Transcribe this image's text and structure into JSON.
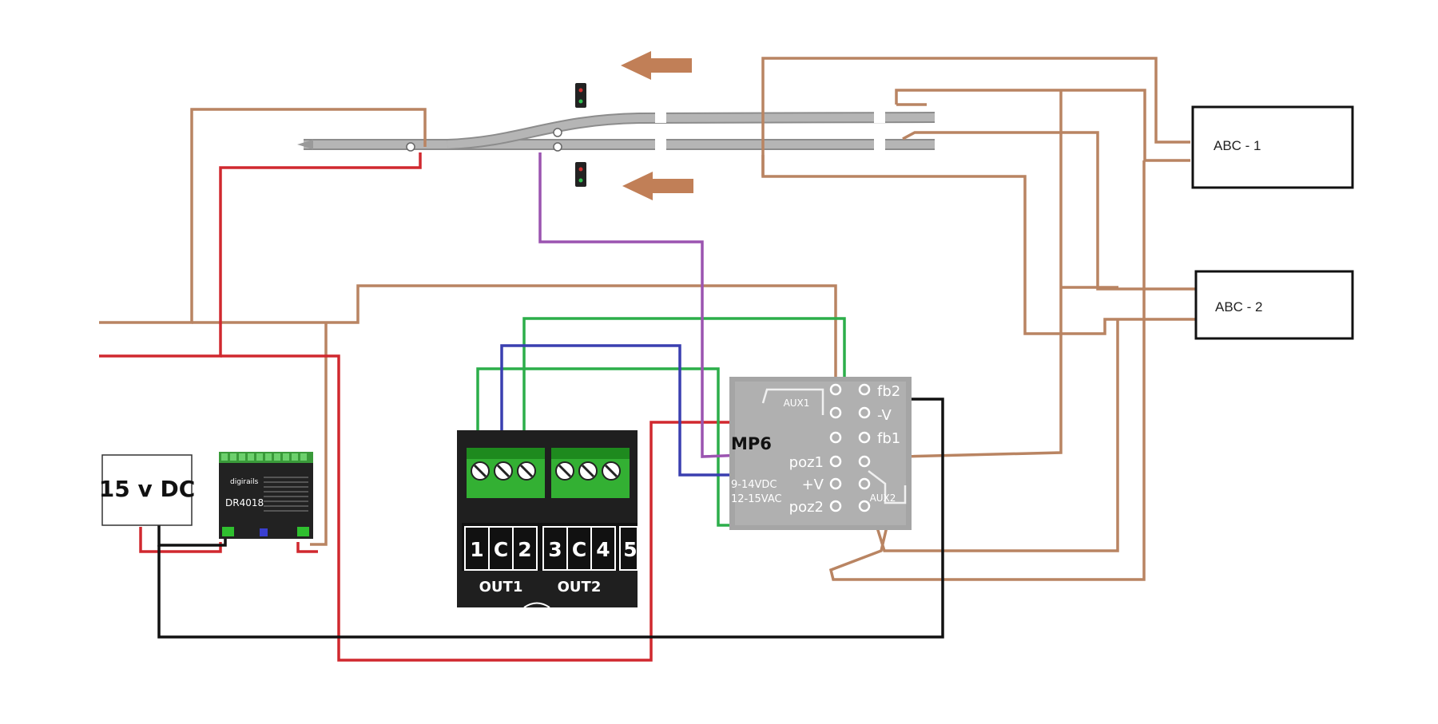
{
  "power_supply": {
    "label": "15 v DC"
  },
  "decoder": {
    "brand": "digirails",
    "model": "DR4018"
  },
  "mp6": {
    "name": "MP6",
    "aux1": "AUX1",
    "aux2": "AUX2",
    "pins_left": [
      "poz1",
      "+V",
      "poz2"
    ],
    "pins_right": [
      "fb2",
      "-V",
      "fb1"
    ],
    "supply_lines": [
      "9-14VDC",
      "12-15VAC"
    ]
  },
  "terminal_block": {
    "terminals": [
      "1",
      "C",
      "2",
      "3",
      "C",
      "4",
      "5"
    ],
    "outputs": [
      "OUT1",
      "OUT2"
    ]
  },
  "detectors": [
    {
      "label": "ABC - 1"
    },
    {
      "label": "ABC - 2"
    }
  ],
  "colors": {
    "wire_brown": "#b98462",
    "wire_red": "#d0282f",
    "wire_black": "#111111",
    "wire_green": "#2cae4a",
    "wire_blue": "#3a3fb0",
    "wire_purple": "#9b54b0",
    "track": "#a9a9a9",
    "arrow": "#c17f57"
  }
}
